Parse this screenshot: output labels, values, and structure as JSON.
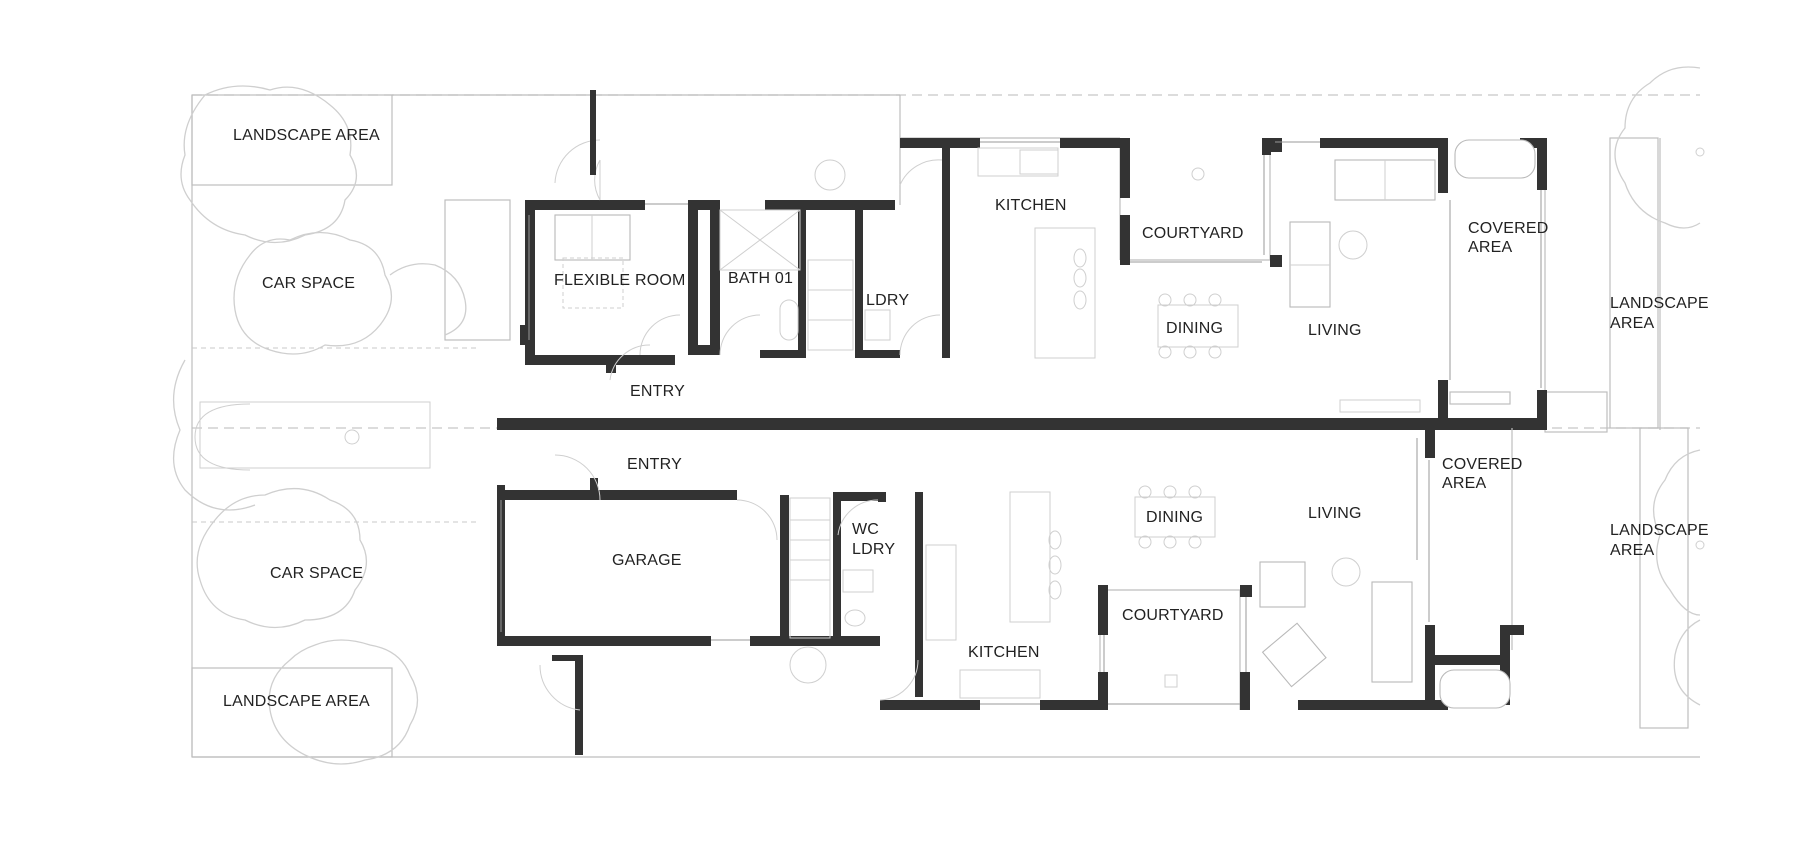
{
  "rooms": {
    "upper": {
      "landscape_left": "LANDSCAPE AREA",
      "car_space": "CAR SPACE",
      "flexible_room": "FLEXIBLE ROOM",
      "bath": "BATH 01",
      "ldry": "LDRY",
      "entry": "ENTRY",
      "kitchen": "KITCHEN",
      "courtyard": "COURTYARD",
      "dining": "DINING",
      "living": "LIVING",
      "covered_1": "COVERED",
      "covered_2": "AREA",
      "landscape_r1": "LANDSCAPE",
      "landscape_r2": "AREA"
    },
    "lower": {
      "entry": "ENTRY",
      "car_space": "CAR SPACE",
      "garage": "GARAGE",
      "wc": "WC",
      "ldry": "LDRY",
      "kitchen": "KITCHEN",
      "courtyard": "COURTYARD",
      "dining": "DINING",
      "living": "LIVING",
      "covered_1": "COVERED",
      "covered_2": "AREA",
      "landscape_left": "LANDSCAPE AREA",
      "landscape_r1": "LANDSCAPE",
      "landscape_r2": "AREA"
    }
  },
  "colors": {
    "wall": "#333333",
    "linework": "#bdbdbd",
    "background": "#ffffff"
  }
}
